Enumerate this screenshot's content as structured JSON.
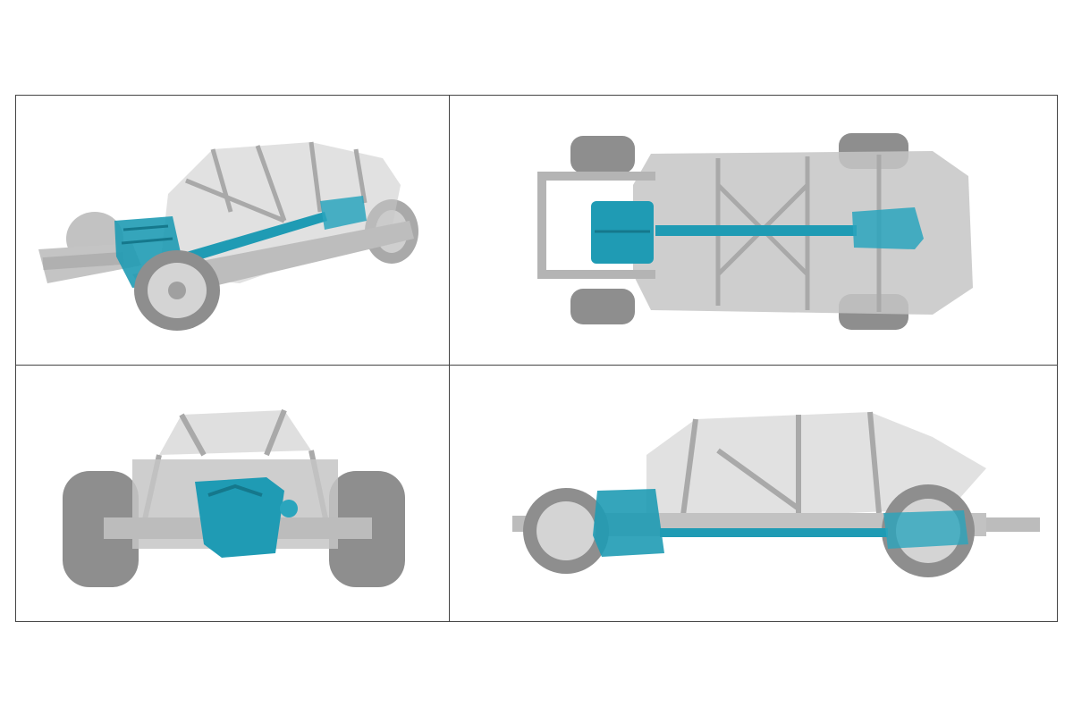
{
  "colors": {
    "chassis": "#b9b9b9",
    "chassis_dark": "#9a9a9a",
    "tire": "#8e8e8e",
    "drivetrain": "#1f9bb4",
    "drivetrain_dark": "#15788c",
    "border": "#444444"
  },
  "views": [
    {
      "id": "isometric",
      "highlight": "drivetrain"
    },
    {
      "id": "bottom",
      "highlight": "drivetrain"
    },
    {
      "id": "front",
      "highlight": "engine"
    },
    {
      "id": "side",
      "highlight": "drivetrain"
    }
  ]
}
